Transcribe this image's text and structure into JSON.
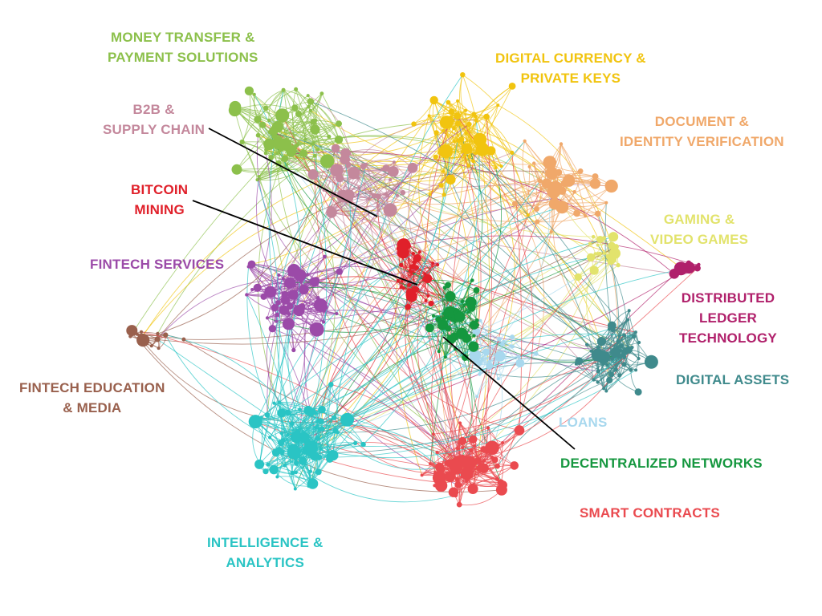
{
  "clusters": [
    {
      "id": "money-transfer",
      "lines": [
        "MONEY TRANSFER &",
        "PAYMENT SOLUTIONS"
      ],
      "color": "#8cc04b"
    },
    {
      "id": "digital-currency",
      "lines": [
        "DIGITAL CURRENCY &",
        "PRIVATE KEYS"
      ],
      "color": "#f1c40f"
    },
    {
      "id": "b2b",
      "lines": [
        "B2B &",
        "SUPPLY CHAIN"
      ],
      "color": "#c4889c"
    },
    {
      "id": "document-identity",
      "lines": [
        "DOCUMENT &",
        "IDENTITY VERIFICATION"
      ],
      "color": "#f0a86a"
    },
    {
      "id": "bitcoin-mining",
      "lines": [
        "BITCOIN",
        "MINING"
      ],
      "color": "#e0202a"
    },
    {
      "id": "gaming",
      "lines": [
        "GAMING &",
        "VIDEO GAMES"
      ],
      "color": "#e2e36c"
    },
    {
      "id": "fintech-services",
      "lines": [
        "FINTECH SERVICES"
      ],
      "color": "#9b4aa8"
    },
    {
      "id": "distributed-ledger",
      "lines": [
        "DISTRIBUTED",
        "LEDGER",
        "TECHNOLOGY"
      ],
      "color": "#b0206b"
    },
    {
      "id": "fintech-education",
      "lines": [
        "FINTECH EDUCATION",
        "& MEDIA"
      ],
      "color": "#99604d"
    },
    {
      "id": "digital-assets",
      "lines": [
        "DIGITAL ASSETS"
      ],
      "color": "#3f8a8c"
    },
    {
      "id": "loans",
      "lines": [
        "LOANS"
      ],
      "color": "#a8d8ee"
    },
    {
      "id": "decentralized-networks",
      "lines": [
        "DECENTRALIZED NETWORKS"
      ],
      "color": "#15973f"
    },
    {
      "id": "smart-contracts",
      "lines": [
        "SMART CONTRACTS"
      ],
      "color": "#ea4a4f"
    },
    {
      "id": "intelligence-analytics",
      "lines": [
        "INTELLIGENCE &",
        "ANALYTICS"
      ],
      "color": "#2ac4c4"
    }
  ]
}
